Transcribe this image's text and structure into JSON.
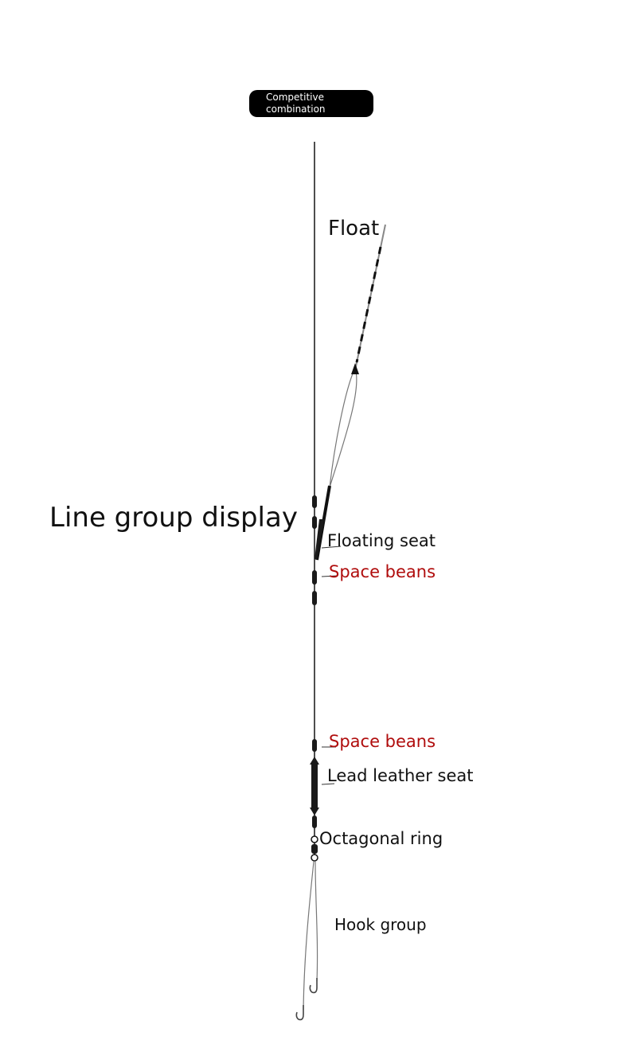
{
  "badge": {
    "line1": "Competitive",
    "line2": "combination",
    "background": "#000000",
    "text_color": "#ffffff"
  },
  "labels": {
    "float": "Float",
    "line_group_display": "Line group display",
    "floating_seat": "Floating seat",
    "space_beans_upper": "Space beans",
    "space_beans_lower": "Space beans",
    "lead_leather_seat": "Lead leather seat",
    "octagonal_ring": "Octagonal ring",
    "hook_group": "Hook group"
  },
  "colors": {
    "line": "#222222",
    "accent_label": "#b00d0d",
    "component": "#1a1a1a"
  }
}
